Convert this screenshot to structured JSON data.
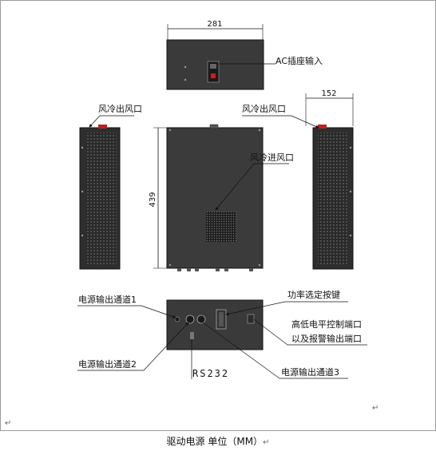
{
  "dimensions": {
    "width_top": "281",
    "height_front": "439",
    "depth_side": "152"
  },
  "labels": {
    "ac_socket": "AC插座输入",
    "fan_outlet_left": "风冷出风口",
    "fan_outlet_right": "风冷出风口",
    "fan_inlet": "风冷进风口",
    "power_select_button": "功率选定按键",
    "out_channel_1": "电源输出通道1",
    "out_channel_2": "电源输出通道2",
    "out_channel_3": "电源输出通道3",
    "rs232": "RS232",
    "level_control_line1": "高低电平控制端口",
    "level_control_line2": "以及报警输出端口"
  },
  "caption": "驱动电源 单位（MM）",
  "paragraph_mark": "↵"
}
